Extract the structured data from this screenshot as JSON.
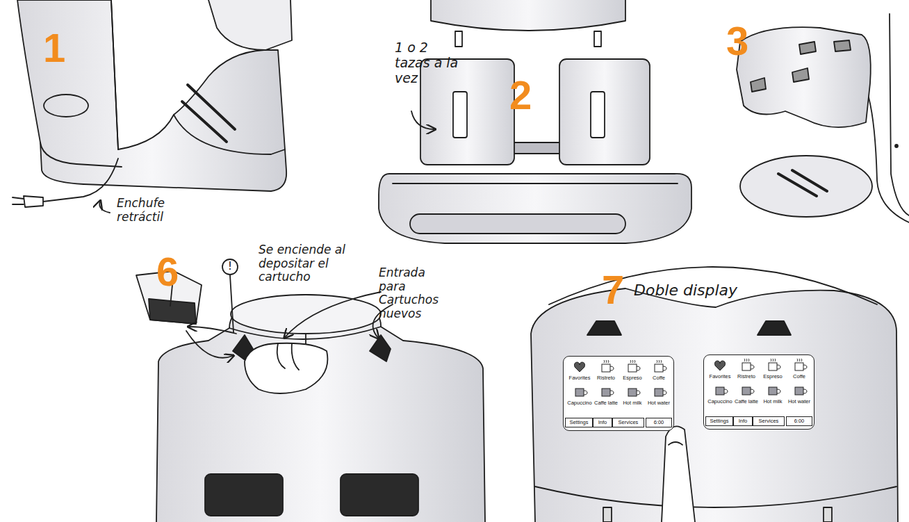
{
  "diagram": {
    "nodes": [
      {
        "text": [
          "Favorites",
          "Ristreto",
          "Espreso",
          "Coffe",
          "Capuccino",
          "Caffe latte",
          "Hot milk",
          "Hot water",
          "Settings",
          "Info",
          "Services",
          "6:00"
        ]
      },
      {
        "text": [
          "Favorites",
          "Ristreto",
          "Espreso",
          "Coffe",
          "Capuccino",
          "Caffe latte",
          "Hot milk",
          "Hot water",
          "Settings",
          "Info",
          "Services",
          "6:00"
        ]
      }
    ],
    "labels": [
      "1",
      "Enchufe retráctil",
      "1 o 2 tazas a la vez",
      "2",
      "3",
      "Se enciende al depositar el cartucho",
      "Entrada para Cartuchos nuevos",
      "6",
      "!",
      "7",
      "Doble display"
    ]
  }
}
